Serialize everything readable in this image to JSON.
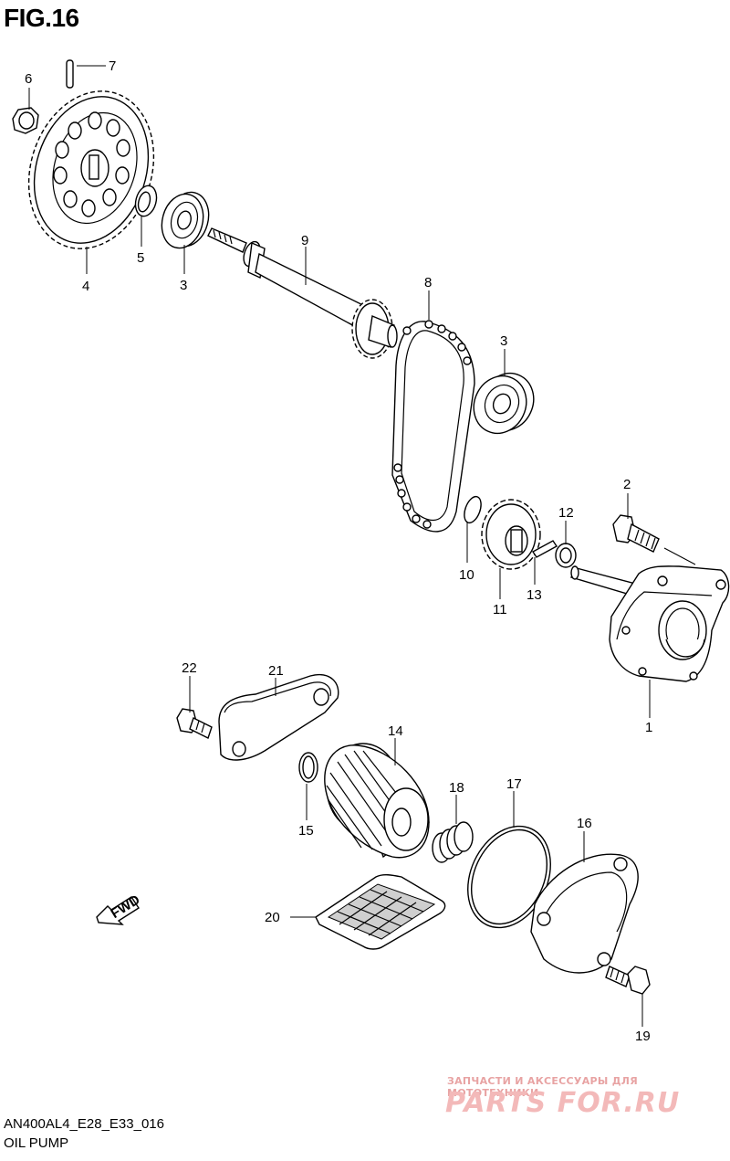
{
  "figure": {
    "title": "FIG.16",
    "diagram_code": "AN400AL4_E28_E33_016",
    "caption": "OIL PUMP",
    "fwd_label": "FWD"
  },
  "callouts": [
    {
      "id": "c1",
      "number": "1"
    },
    {
      "id": "c2",
      "number": "2"
    },
    {
      "id": "c3a",
      "number": "3"
    },
    {
      "id": "c3b",
      "number": "3"
    },
    {
      "id": "c4",
      "number": "4"
    },
    {
      "id": "c5",
      "number": "5"
    },
    {
      "id": "c6",
      "number": "6"
    },
    {
      "id": "c7",
      "number": "7"
    },
    {
      "id": "c8",
      "number": "8"
    },
    {
      "id": "c9",
      "number": "9"
    },
    {
      "id": "c10",
      "number": "10"
    },
    {
      "id": "c11",
      "number": "11"
    },
    {
      "id": "c12",
      "number": "12"
    },
    {
      "id": "c13",
      "number": "13"
    },
    {
      "id": "c14",
      "number": "14"
    },
    {
      "id": "c15",
      "number": "15"
    },
    {
      "id": "c16",
      "number": "16"
    },
    {
      "id": "c17",
      "number": "17"
    },
    {
      "id": "c18",
      "number": "18"
    },
    {
      "id": "c19",
      "number": "19"
    },
    {
      "id": "c20",
      "number": "20"
    },
    {
      "id": "c21",
      "number": "21"
    },
    {
      "id": "c22",
      "number": "22"
    }
  ],
  "watermark": {
    "tagline": "ЗАПЧАСТИ И АКСЕССУАРЫ ДЛЯ МОТОТЕХНИКИ",
    "logo_text": "PARTS FOR.RU"
  }
}
